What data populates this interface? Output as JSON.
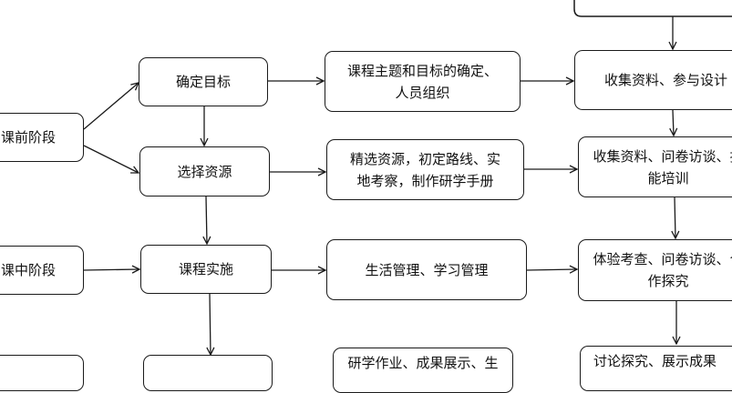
{
  "nodes": {
    "pre_stage": "课前阶段",
    "mid_stage": "课中阶段",
    "set_goal": "确定目标",
    "select_resource": "选择资源",
    "implement": "课程实施",
    "theme_confirm": "课程主题和目标的确定、\n人员组织",
    "select_route": "精选资源，初定路线、实\n地考察，制作研学手册",
    "life_manage": "生活管理、学习管理",
    "research_part": "研学作业、成果展示、生",
    "collect_design": "收集资料、参与设计",
    "collect_survey": "收集资料、问卷访谈、技\n能培训",
    "experience": "体验考查、问卷访谈、合\n作探究",
    "discuss": "讨论探究、展示成果"
  }
}
